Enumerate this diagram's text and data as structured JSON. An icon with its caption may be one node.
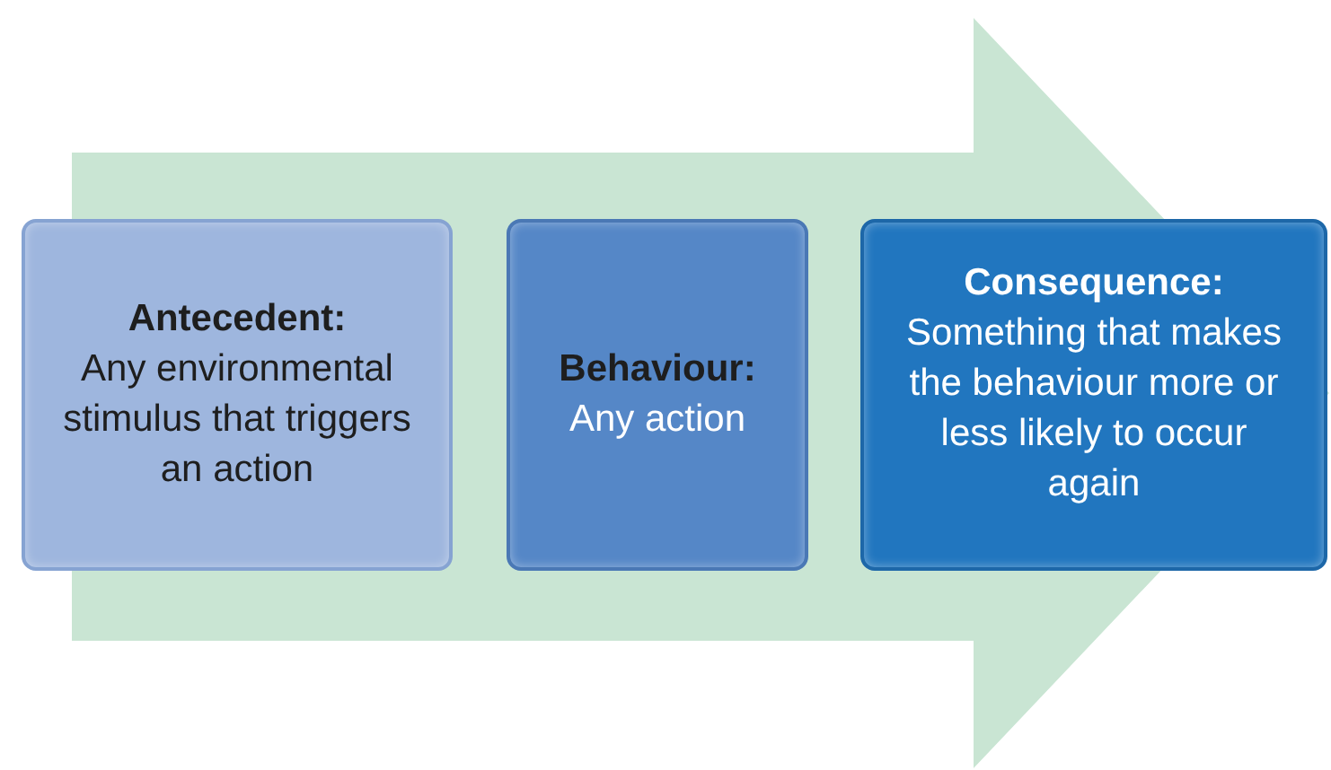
{
  "diagram": {
    "nodes": [
      {
        "text": [
          "Antecedent:",
          "Any environmental stimulus that triggers an action"
        ]
      },
      {
        "text": [
          "Behaviour:",
          "Any action"
        ]
      },
      {
        "text": [
          "Consequence:",
          "Something that makes the behaviour more or less likely to occur again"
        ]
      }
    ],
    "edges": [
      {
        "from": 0,
        "to": 2,
        "arrow": "to"
      }
    ]
  }
}
